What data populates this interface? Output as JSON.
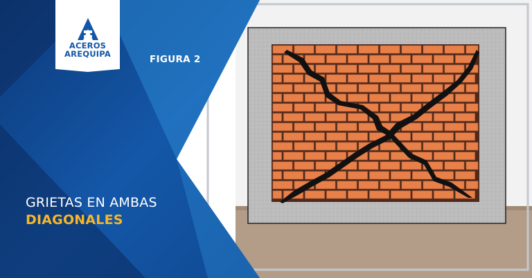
{
  "brand": {
    "line1": "ACEROS",
    "line2": "AREQUIPA"
  },
  "figure": {
    "label": "FIGURA 2"
  },
  "headline": {
    "line1": "GRIETAS EN AMBAS",
    "line2": "DIAGONALES"
  },
  "colors": {
    "navy": "#0d2f66",
    "royal_blue": "#1457a8",
    "sky_blue": "#2a86d1",
    "accent_yellow": "#f6b728",
    "brick": "#e8804a",
    "mortar": "#4e2a1c",
    "render": "#b9b9b9",
    "ground": "#b39d88"
  },
  "icons": {
    "logo": "aceros-arequipa-logo-icon"
  }
}
